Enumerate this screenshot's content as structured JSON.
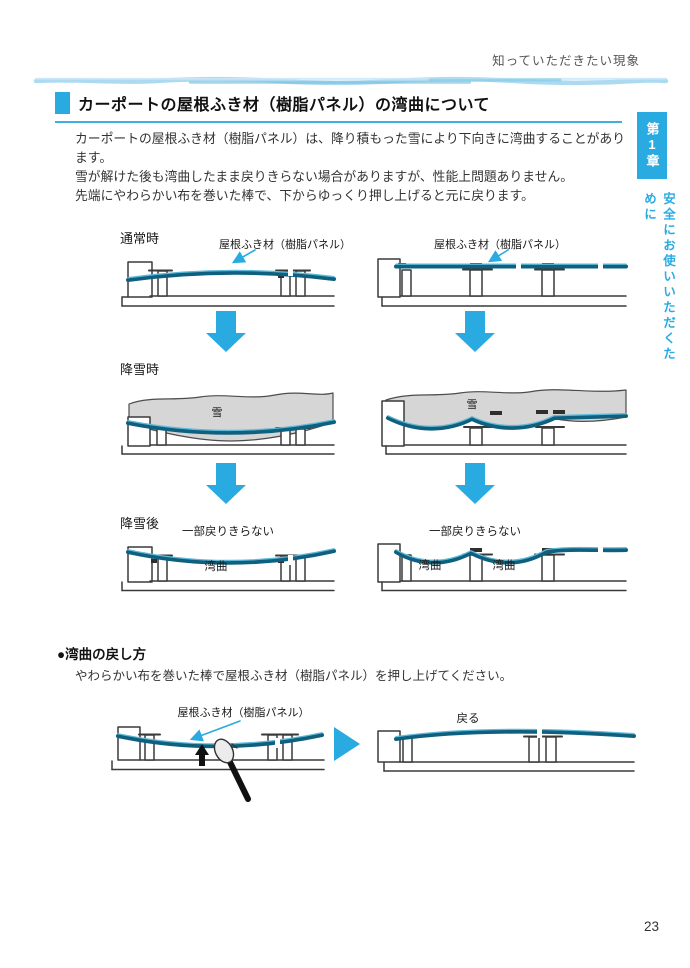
{
  "header": {
    "running_head": "知っていただきたい現象"
  },
  "sidebar": {
    "chapter": "第1章",
    "chapter_name": "安全にお使いいただくために"
  },
  "section": {
    "title": "カーポートの屋根ふき材（樹脂パネル）の湾曲について",
    "body_lines": [
      "カーポートの屋根ふき材（樹脂パネル）は、降り積もった雪により下向きに湾曲することがあり",
      "ます。",
      "雪が解けた後も湾曲したまま戻りきらない場合がありますが、性能上問題ありません。",
      "先端にやわらかい布を巻いた棒で、下からゆっくり押し上げると元に戻ります。"
    ]
  },
  "figures": {
    "stage_normal": "通常時",
    "stage_snowfall": "降雪時",
    "stage_after_snowfall": "降雪後",
    "panel_label": "屋根ふき材（樹脂パネル）",
    "snow_label": "雪",
    "not_fully_return_label": "一部戻りきらない",
    "bend_label": "湾曲"
  },
  "howto": {
    "title": "●湾曲の戻し方",
    "body": "やわらかい布を巻いた棒で屋根ふき材（樹脂パネル）を押し上げてください。",
    "return_label": "戻る"
  },
  "footer": {
    "page_number": "23"
  },
  "colors": {
    "accent_blue": "#29abe2",
    "panel_teal": "#0f607f",
    "snow_gray": "#d6d6d6"
  }
}
